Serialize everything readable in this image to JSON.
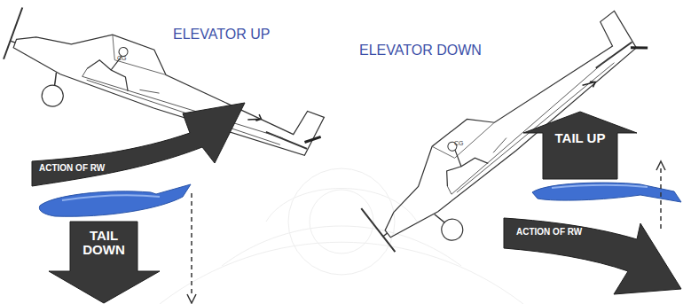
{
  "diagram": {
    "nodes": [
      {
        "text": [
          "ACTION OF RW"
        ]
      },
      {
        "text": [
          "TAIL DOWN"
        ]
      },
      {
        "text": [
          "TAIL UP"
        ]
      },
      {
        "text": [
          "ACTION OF RW"
        ]
      }
    ],
    "labels": [
      "ELEVATOR UP",
      "ELEVATOR DOWN",
      "CG",
      "CG"
    ]
  }
}
